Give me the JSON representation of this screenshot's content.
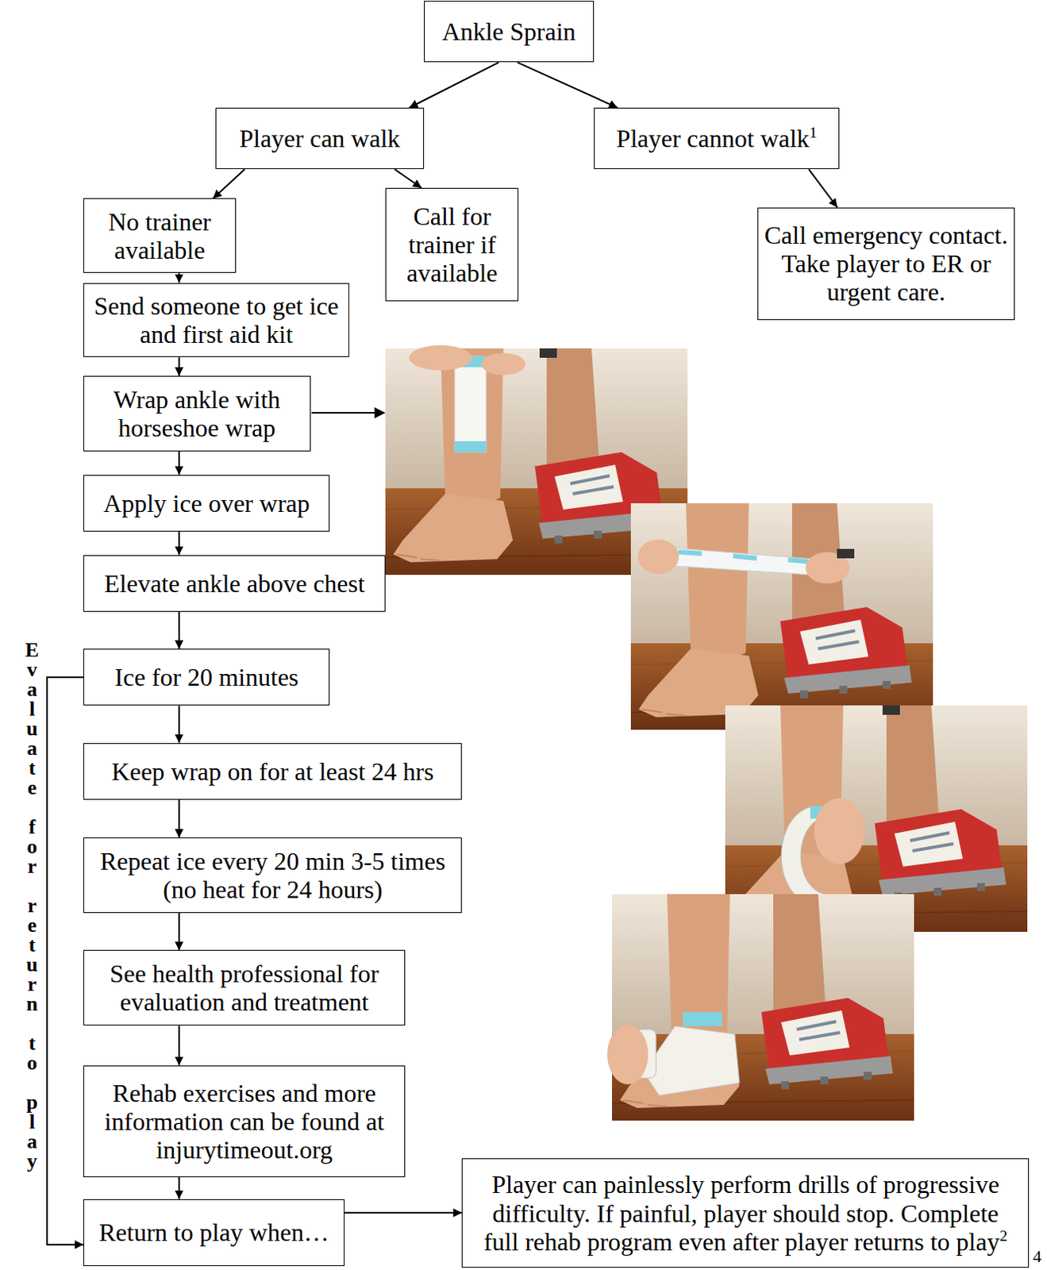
{
  "diagram": {
    "nodes": [
      {
        "text": [
          "Ankle Sprain"
        ]
      },
      {
        "text": [
          "Player can walk"
        ]
      },
      {
        "text": [
          "Player cannot walk",
          "1"
        ]
      },
      {
        "text": [
          "No trainer available"
        ]
      },
      {
        "text": [
          "Call for trainer if available"
        ]
      },
      {
        "text": [
          "Call emergency contact. Take player to ER or urgent care."
        ]
      },
      {
        "text": [
          "Send someone to get ice and first aid kit"
        ]
      },
      {
        "text": [
          "Wrap ankle with horseshoe wrap"
        ]
      },
      {
        "text": [
          "Apply ice over wrap"
        ]
      },
      {
        "text": [
          "Elevate ankle above chest"
        ]
      },
      {
        "text": [
          "Ice for 20 minutes"
        ]
      },
      {
        "text": [
          "Keep wrap on for at least 24 hrs"
        ]
      },
      {
        "text": [
          "Repeat ice every 20 min 3-5 times (no heat for 24 hours)"
        ]
      },
      {
        "text": [
          "See health professional for evaluation and treatment"
        ]
      },
      {
        "text": [
          "Rehab exercises and more information can be found at injurytimeout.org"
        ]
      },
      {
        "text": [
          "Return to play when…"
        ]
      },
      {
        "text": [
          "Player can painlessly perform drills of progressive difficulty. If painful, player should stop. Complete full rehab program even after player returns to play",
          "2"
        ]
      }
    ],
    "edges": [
      {
        "from": 0,
        "to": 1,
        "arrow": "to"
      },
      {
        "from": 0,
        "to": 2,
        "arrow": "to"
      },
      {
        "from": 1,
        "to": 3,
        "arrow": "to"
      },
      {
        "from": 1,
        "to": 4,
        "arrow": "to"
      },
      {
        "from": 2,
        "to": 5,
        "arrow": "to"
      },
      {
        "from": 3,
        "to": 6,
        "arrow": "to"
      },
      {
        "from": 6,
        "to": 7,
        "arrow": "to"
      },
      {
        "from": 7,
        "to": 8,
        "arrow": "to"
      },
      {
        "from": 8,
        "to": 9,
        "arrow": "to"
      },
      {
        "from": 9,
        "to": 10,
        "arrow": "to"
      },
      {
        "from": 10,
        "to": 11,
        "arrow": "to"
      },
      {
        "from": 11,
        "to": 12,
        "arrow": "to"
      },
      {
        "from": 12,
        "to": 13,
        "arrow": "to"
      },
      {
        "from": 13,
        "to": 14,
        "arrow": "to"
      },
      {
        "from": 14,
        "to": 15,
        "arrow": "to"
      },
      {
        "from": 10,
        "to": 15,
        "label": "Evaluate for return to play",
        "arrow": "to"
      },
      {
        "from": 15,
        "to": 16,
        "arrow": "to"
      }
    ],
    "labels": [
      "4"
    ]
  }
}
